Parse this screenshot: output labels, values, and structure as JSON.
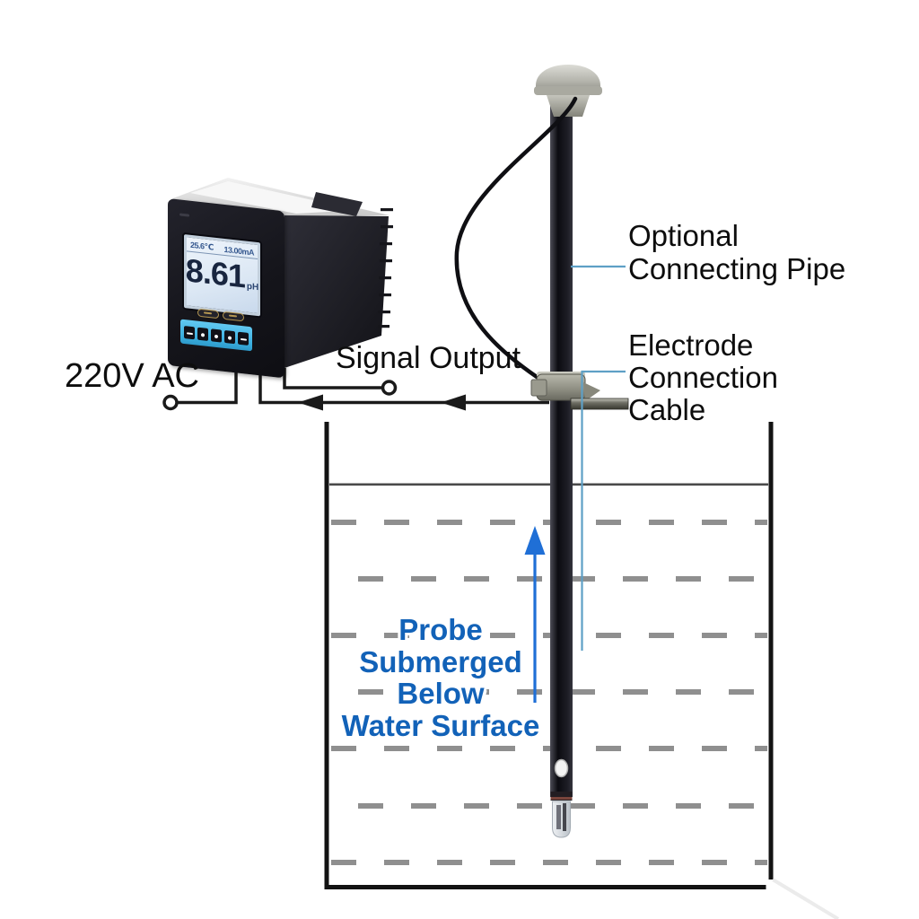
{
  "diagram": {
    "title": "pH controller with submerged electrode installation diagram",
    "device": {
      "display": {
        "temperature": "25.6℃",
        "output_current": "13.00mA",
        "reading": "8.61",
        "unit": "pH"
      },
      "button_count": 5
    },
    "labels": {
      "power": "220V AC",
      "signal_output": "Signal Output",
      "optional_pipe": [
        "Optional",
        "Connecting Pipe"
      ],
      "electrode_cable": [
        "Electrode",
        "Connection",
        "Cable"
      ],
      "probe_note": [
        "Probe",
        "Submerged",
        "Below",
        "Water Surface"
      ]
    },
    "colors": {
      "note_blue": "#1262b8",
      "flow_arrow_blue": "#1f6fd6",
      "leader_blue": "#5ea0c6",
      "water_dash_gray": "#8f8f8f",
      "keypad_blue": "#3aaede",
      "wire_black": "#1a1a1a"
    }
  }
}
